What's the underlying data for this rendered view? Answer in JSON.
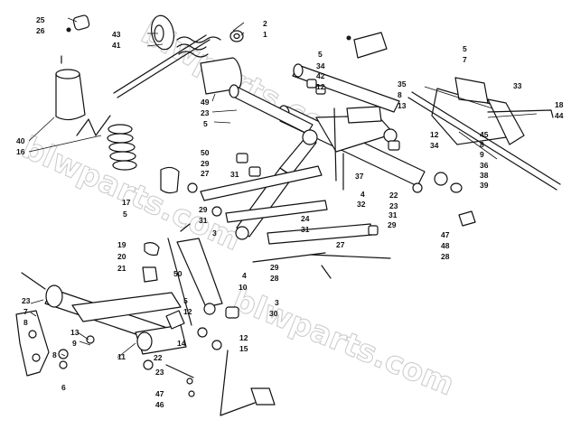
{
  "watermark": "blwparts.com",
  "callouts": [
    {
      "id": "c-25a",
      "text": "25"
    },
    {
      "id": "c-26",
      "text": "26"
    },
    {
      "id": "c-2",
      "text": "2"
    },
    {
      "id": "c-1",
      "text": "1"
    },
    {
      "id": "c-43",
      "text": "43"
    },
    {
      "id": "c-41",
      "text": "41"
    },
    {
      "id": "c-49",
      "text": "49"
    },
    {
      "id": "c-23a",
      "text": "23"
    },
    {
      "id": "c-5a",
      "text": "5"
    },
    {
      "id": "c-5b",
      "text": "5"
    },
    {
      "id": "c-34a",
      "text": "34"
    },
    {
      "id": "c-42",
      "text": "42"
    },
    {
      "id": "c-12a",
      "text": "12"
    },
    {
      "id": "c-5c",
      "text": "5"
    },
    {
      "id": "c-7a",
      "text": "7"
    },
    {
      "id": "c-35",
      "text": "35"
    },
    {
      "id": "c-8a",
      "text": "8"
    },
    {
      "id": "c-13a",
      "text": "13"
    },
    {
      "id": "c-33",
      "text": "33"
    },
    {
      "id": "c-18",
      "text": "18"
    },
    {
      "id": "c-44",
      "text": "44"
    },
    {
      "id": "c-45",
      "text": "45"
    },
    {
      "id": "c-8b",
      "text": "8"
    },
    {
      "id": "c-9a",
      "text": "9"
    },
    {
      "id": "c-36",
      "text": "36"
    },
    {
      "id": "c-38",
      "text": "38"
    },
    {
      "id": "c-39",
      "text": "39"
    },
    {
      "id": "c-12b",
      "text": "12"
    },
    {
      "id": "c-34b",
      "text": "34"
    },
    {
      "id": "c-40",
      "text": "40"
    },
    {
      "id": "c-16",
      "text": "16"
    },
    {
      "id": "c-50a",
      "text": "50"
    },
    {
      "id": "c-29a",
      "text": "29"
    },
    {
      "id": "c-27a",
      "text": "27"
    },
    {
      "id": "c-31a",
      "text": "31"
    },
    {
      "id": "c-37",
      "text": "37"
    },
    {
      "id": "c-4a",
      "text": "4"
    },
    {
      "id": "c-32",
      "text": "32"
    },
    {
      "id": "c-22a",
      "text": "22"
    },
    {
      "id": "c-23b",
      "text": "23"
    },
    {
      "id": "c-17",
      "text": "17"
    },
    {
      "id": "c-5d",
      "text": "5"
    },
    {
      "id": "c-29b",
      "text": "29"
    },
    {
      "id": "c-31b",
      "text": "31"
    },
    {
      "id": "c-24",
      "text": "24"
    },
    {
      "id": "c-31c",
      "text": "31"
    },
    {
      "id": "c-29c",
      "text": "29"
    },
    {
      "id": "c-31d",
      "text": "31"
    },
    {
      "id": "c-3a",
      "text": "3"
    },
    {
      "id": "c-27b",
      "text": "27"
    },
    {
      "id": "c-47a",
      "text": "47"
    },
    {
      "id": "c-48a",
      "text": "48"
    },
    {
      "id": "c-28a",
      "text": "28"
    },
    {
      "id": "c-19",
      "text": "19"
    },
    {
      "id": "c-20",
      "text": "20"
    },
    {
      "id": "c-21",
      "text": "21"
    },
    {
      "id": "c-4b",
      "text": "4"
    },
    {
      "id": "c-50b",
      "text": "50"
    },
    {
      "id": "c-10",
      "text": "10"
    },
    {
      "id": "c-29d",
      "text": "29"
    },
    {
      "id": "c-28b",
      "text": "28"
    },
    {
      "id": "c-23c",
      "text": "23"
    },
    {
      "id": "c-5e",
      "text": "5"
    },
    {
      "id": "c-12c",
      "text": "12"
    },
    {
      "id": "c-3b",
      "text": "3"
    },
    {
      "id": "c-30",
      "text": "30"
    },
    {
      "id": "c-7b",
      "text": "7"
    },
    {
      "id": "c-8c",
      "text": "8"
    },
    {
      "id": "c-13b",
      "text": "13"
    },
    {
      "id": "c-9b",
      "text": "9"
    },
    {
      "id": "c-8d",
      "text": "8"
    },
    {
      "id": "c-11",
      "text": "11"
    },
    {
      "id": "c-14",
      "text": "14"
    },
    {
      "id": "c-12d",
      "text": "12"
    },
    {
      "id": "c-15",
      "text": "15"
    },
    {
      "id": "c-6",
      "text": "6"
    },
    {
      "id": "c-22b",
      "text": "22"
    },
    {
      "id": "c-23d",
      "text": "23"
    },
    {
      "id": "c-47b",
      "text": "47"
    },
    {
      "id": "c-46",
      "text": "46"
    }
  ]
}
